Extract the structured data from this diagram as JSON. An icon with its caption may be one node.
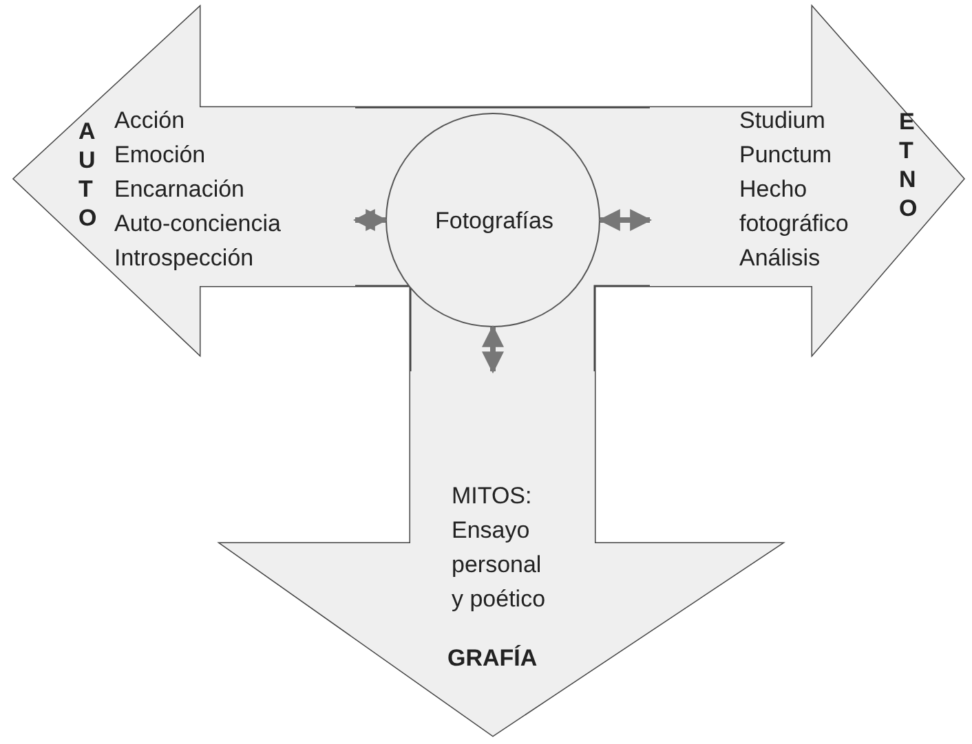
{
  "diagram": {
    "nodes": [
      {
        "text": [
          "AUTO",
          "Acción Emoción Encarnación Auto-conciencia Introspección"
        ]
      },
      {
        "text": [
          "Studium Punctum Hecho fotográfico Análisis",
          "ETNO"
        ]
      },
      {
        "text": [
          "MITOS: Ensayo personal y poético",
          "GRAFÍA"
        ]
      },
      {
        "text": [
          "Fotografías"
        ]
      }
    ],
    "edges": [
      {
        "from": 3,
        "to": 0,
        "arrow": "both"
      },
      {
        "from": 3,
        "to": 1,
        "arrow": "both"
      },
      {
        "from": 3,
        "to": 2,
        "arrow": "both"
      }
    ]
  }
}
